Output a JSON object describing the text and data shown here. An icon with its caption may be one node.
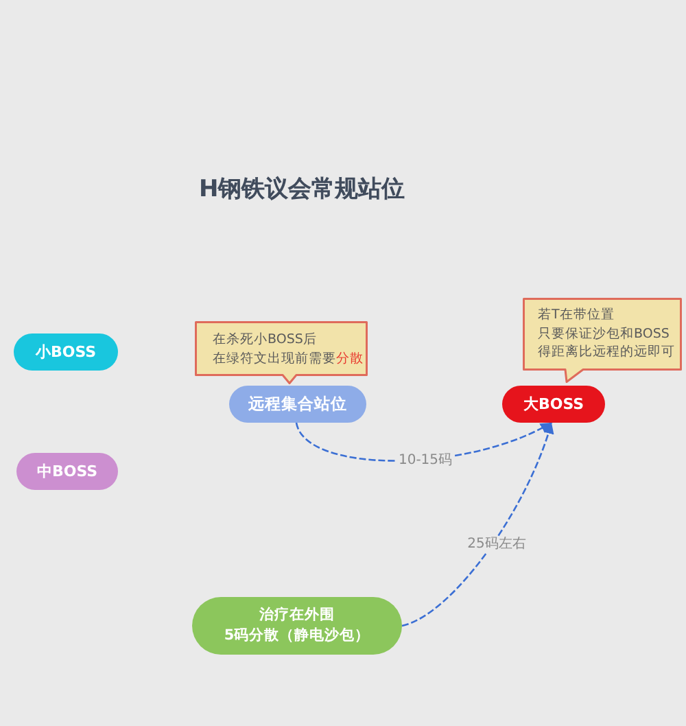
{
  "diagram": {
    "title": "H钢铁议会常规站位",
    "nodes": [
      {
        "text": [
          "小BOSS"
        ]
      },
      {
        "text": [
          "中BOSS"
        ]
      },
      {
        "text": [
          "在杀死小BOSS后",
          "在绿符文出现前需要**分散**"
        ]
      },
      {
        "text": [
          "远程集合站位"
        ]
      },
      {
        "text": [
          "若T在带位置",
          "只要保证沙包和BOSS",
          "得距离比远程的远即可"
        ]
      },
      {
        "text": [
          "大BOSS"
        ]
      },
      {
        "text": [
          "治疗在外围",
          "5码分散（静电沙包）"
        ]
      }
    ],
    "edges": [
      {
        "from": 3,
        "to": 5,
        "arrow": "to",
        "label": "10-15码",
        "style": "dashed"
      },
      {
        "from": 6,
        "to": 5,
        "arrow": "to",
        "label": "25码左右",
        "style": "dashed"
      }
    ]
  }
}
